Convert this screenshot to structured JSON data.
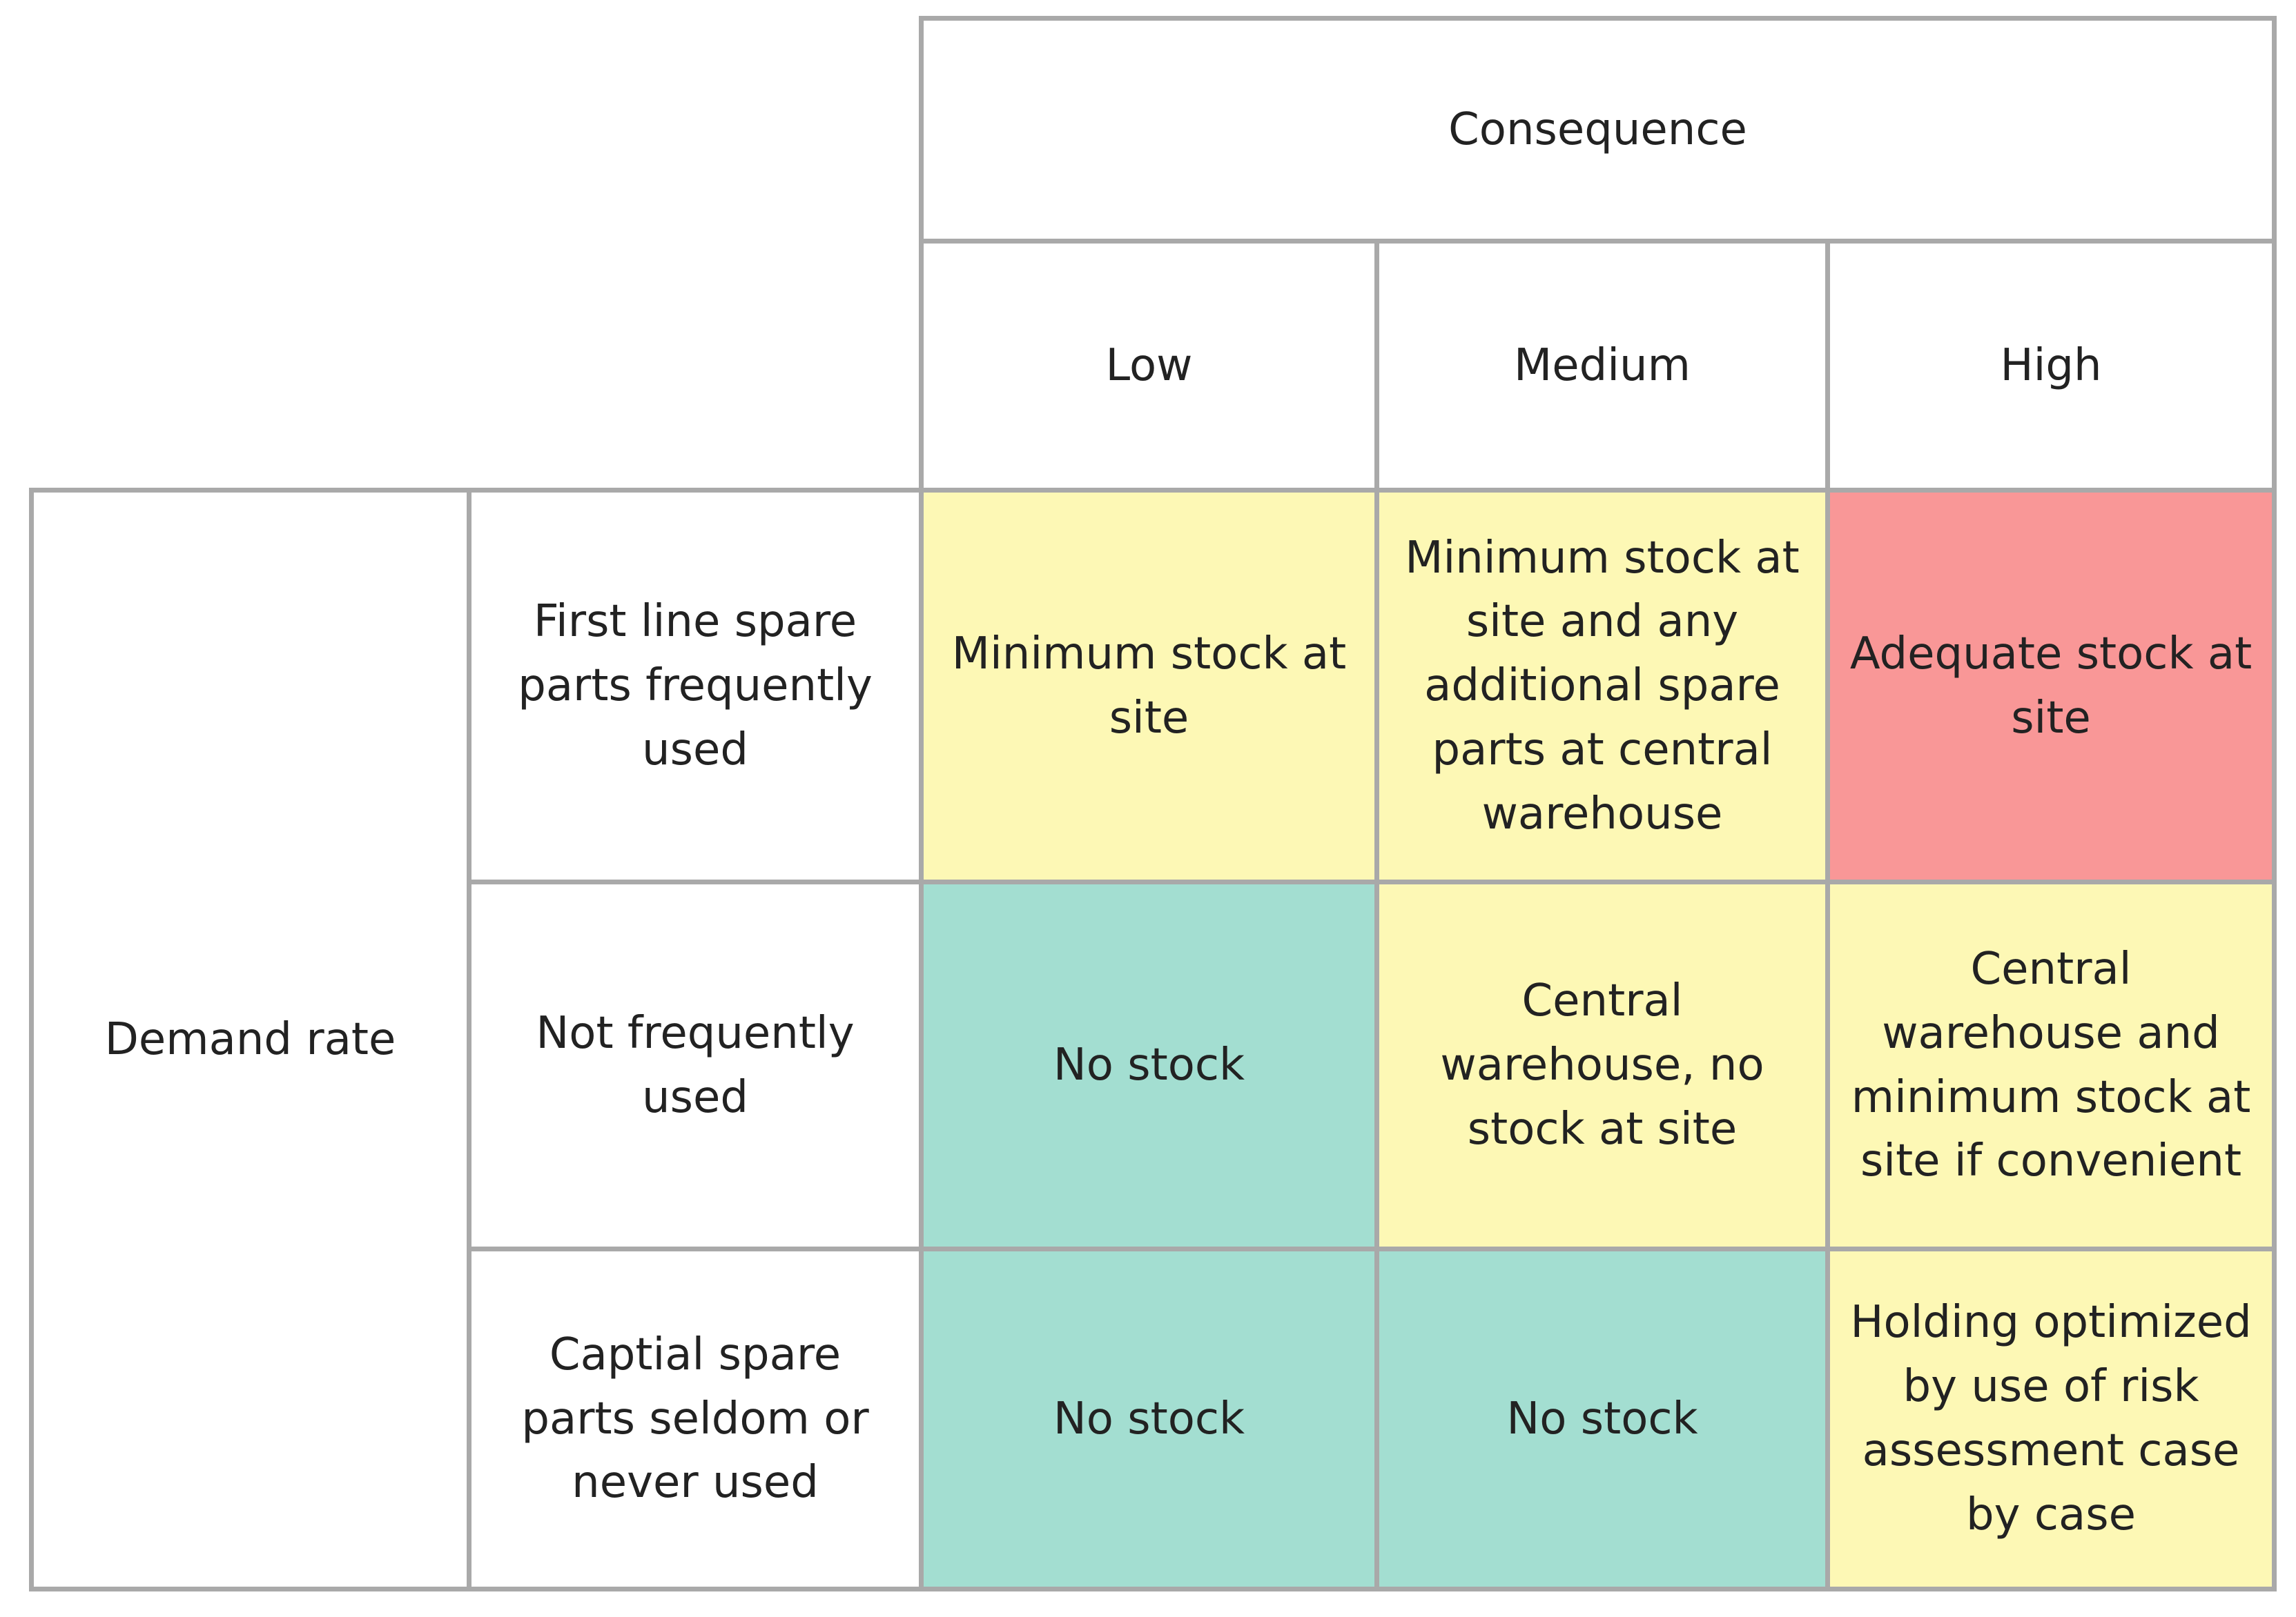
{
  "header": {
    "consequence": "Consequence",
    "columns": [
      "Low",
      "Medium",
      "High"
    ]
  },
  "row_group": {
    "label": "Demand rate"
  },
  "rows": [
    {
      "label": "First line spare parts frequently used",
      "cells": [
        {
          "text": "Minimum stock at site",
          "color": "#fdf8b5"
        },
        {
          "text": "Minimum stock at site and any additional spare parts at central warehouse",
          "color": "#fdf8b5"
        },
        {
          "text": "Adequate stock at site",
          "color": "#f99797"
        }
      ]
    },
    {
      "label": "Not frequently used",
      "cells": [
        {
          "text": "No stock",
          "color": "#a3ded1"
        },
        {
          "text": "Central warehouse, no stock at site",
          "color": "#fdf8b5"
        },
        {
          "text": "Central warehouse and minimum stock at site if convenient",
          "color": "#fdf8b5"
        }
      ]
    },
    {
      "label": "Captial spare parts seldom or never used",
      "cells": [
        {
          "text": "No stock",
          "color": "#a3ded1"
        },
        {
          "text": "No stock",
          "color": "#a3ded1"
        },
        {
          "text": "Holding optimized by use of risk assessment case by case",
          "color": "#fdf8b5"
        }
      ]
    }
  ],
  "colors": {
    "border": "#a9a9a9",
    "yellow": "#fdf8b5",
    "teal": "#a3ded1",
    "red": "#f99797"
  }
}
